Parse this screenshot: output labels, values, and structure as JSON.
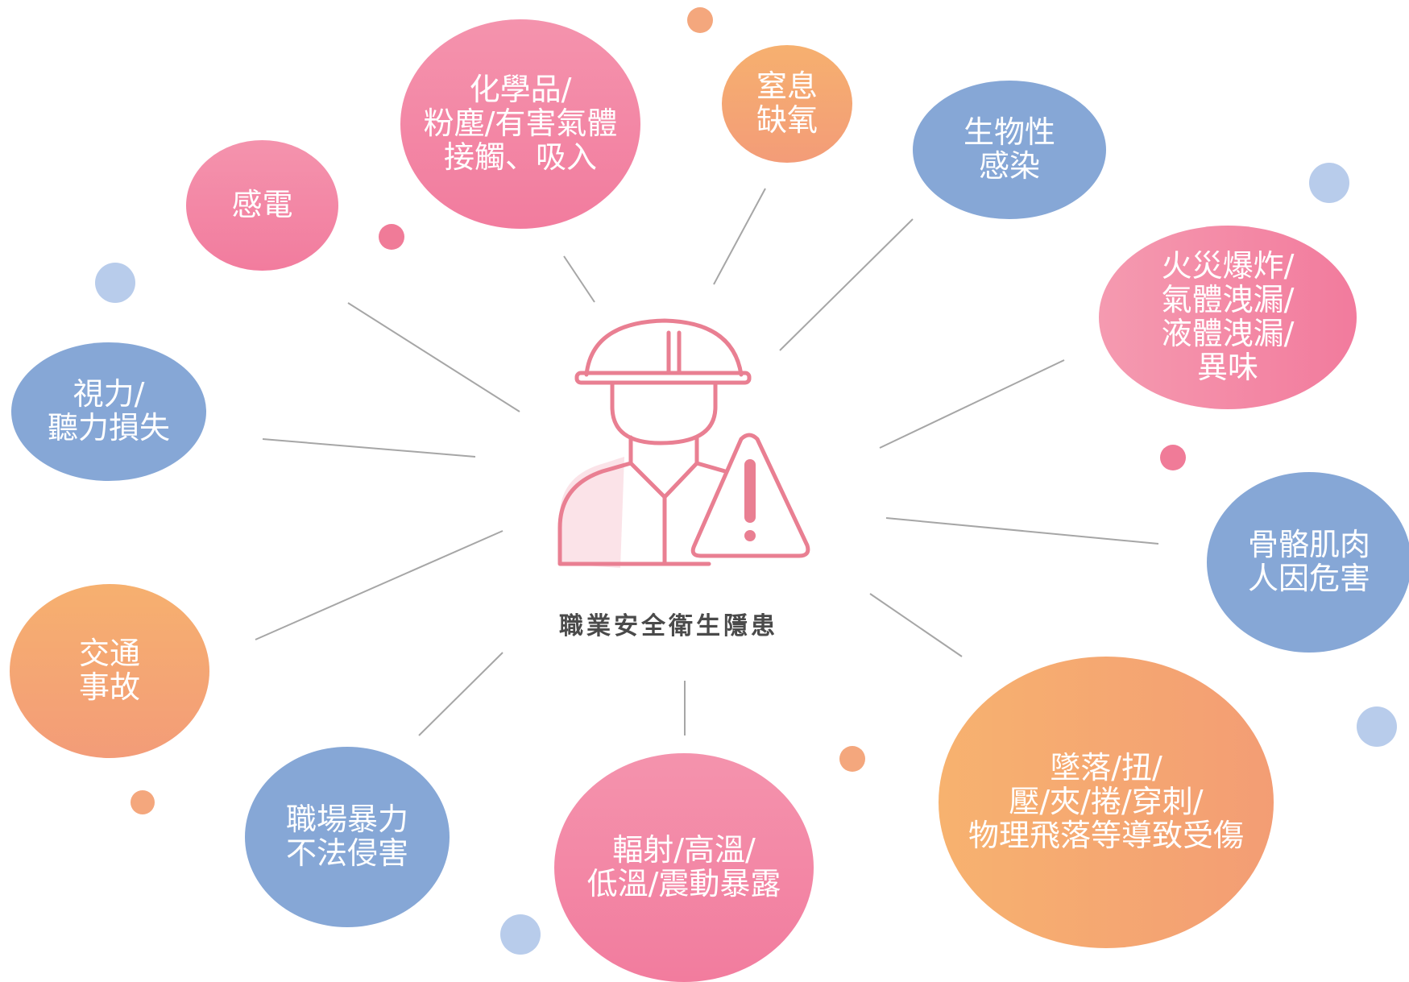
{
  "center": {
    "title": "職業安全衛生隱患"
  },
  "hazards": [
    {
      "id": "electric",
      "lines": [
        "感電"
      ],
      "color": "pink"
    },
    {
      "id": "chemical",
      "lines": [
        "化學品/",
        "粉塵/有害氣體",
        "接觸、吸入"
      ],
      "color": "pink"
    },
    {
      "id": "suffocation",
      "lines": [
        "窒息",
        "缺氧"
      ],
      "color": "orange"
    },
    {
      "id": "biological",
      "lines": [
        "生物性",
        "感染"
      ],
      "color": "blue"
    },
    {
      "id": "fire",
      "lines": [
        "火災爆炸/",
        "氣體洩漏/",
        "液體洩漏/",
        "異味"
      ],
      "color": "pink"
    },
    {
      "id": "ergonomic",
      "lines": [
        "骨骼肌肉",
        "人因危害"
      ],
      "color": "blue"
    },
    {
      "id": "falls",
      "lines": [
        "墜落/扭/",
        "壓/夾/捲/穿刺/",
        "物理飛落等導致受傷"
      ],
      "color": "orange"
    },
    {
      "id": "radiation",
      "lines": [
        "輻射/高溫/",
        "低溫/震動暴露"
      ],
      "color": "pink"
    },
    {
      "id": "violence",
      "lines": [
        "職場暴力",
        "不法侵害"
      ],
      "color": "blue"
    },
    {
      "id": "traffic",
      "lines": [
        "交通",
        "事故"
      ],
      "color": "orange"
    },
    {
      "id": "sight-hearing",
      "lines": [
        "視力/",
        "聽力損失"
      ],
      "color": "blue"
    }
  ],
  "colors": {
    "pink": "#f27c9e",
    "orange": "#f4a376",
    "blue": "#86a7d6",
    "connector": "#a6a6a6",
    "icon_stroke": "#e97f92",
    "title_text": "#4a4a4a"
  },
  "icons": {
    "center": "worker-with-hardhat-warning-icon"
  }
}
